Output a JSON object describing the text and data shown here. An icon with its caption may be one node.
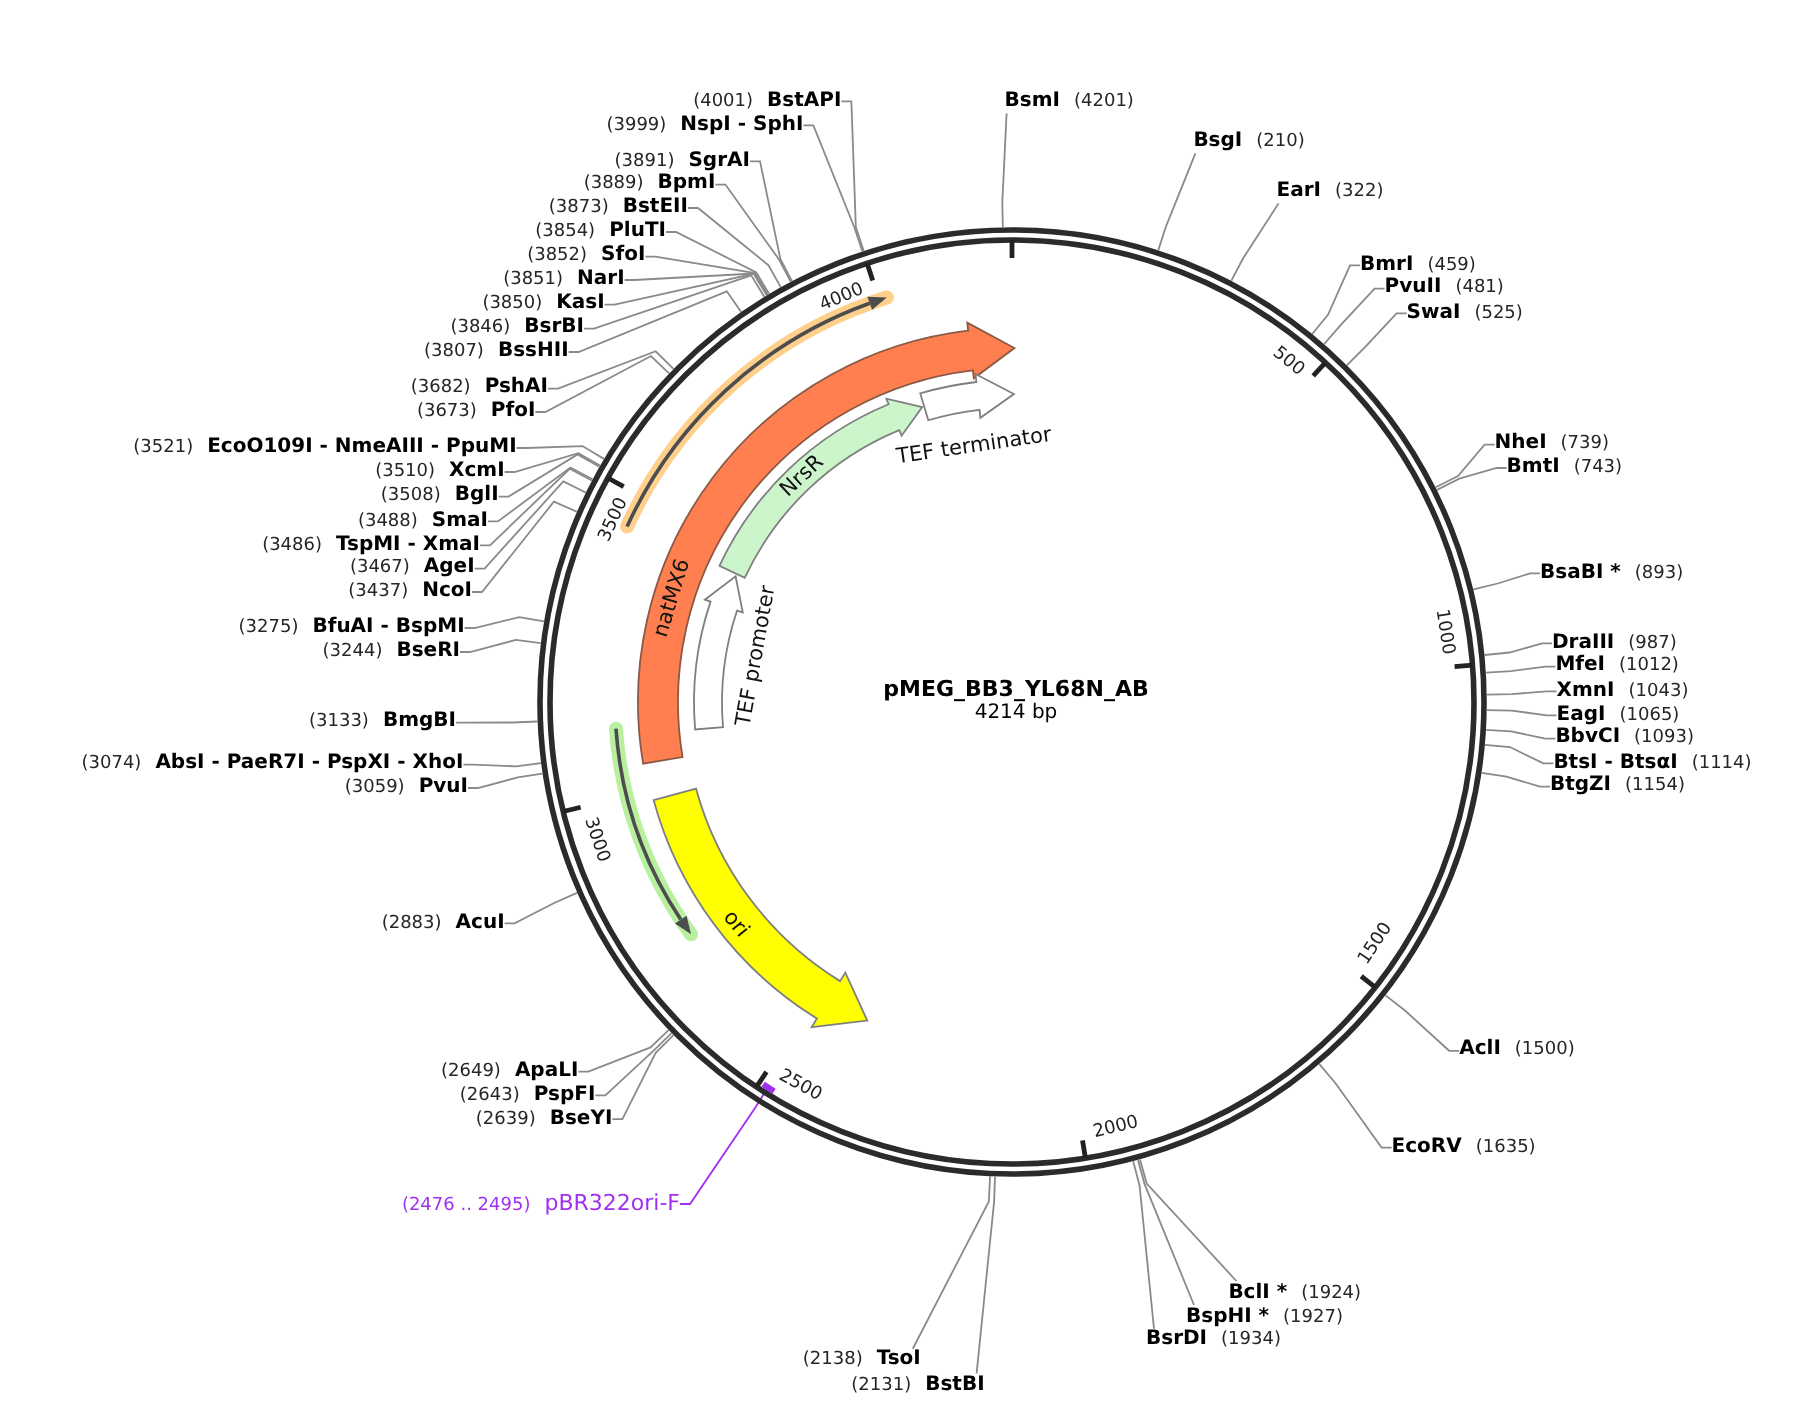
{
  "diagram": {
    "nodes": [
      {
        "text": [
          "pMEG_BB3_YL68N_AB",
          "4214 bp"
        ]
      },
      {
        "text": [],
        "shape": "arrow",
        "in": 0
      },
      {
        "text": [
          "natMX6"
        ],
        "in": 0
      },
      {
        "text": [
          "NrsR"
        ],
        "in": 0
      },
      {
        "text": [
          "TEF terminator"
        ],
        "in": 0
      },
      {
        "text": [
          "TEF promoter"
        ],
        "in": 0
      },
      {
        "text": [],
        "shape": "arrow",
        "in": 0
      },
      {
        "text": [
          "ori"
        ],
        "in": 0
      },
      {
        "text": [],
        "shape": "bar",
        "in": 0
      },
      {
        "text": [
          "BsmI",
          "(4201)"
        ]
      },
      {
        "text": [
          "BsgI",
          "(210)"
        ]
      },
      {
        "text": [
          "EarI",
          "(322)"
        ]
      },
      {
        "text": [
          "BmrI",
          "(459)"
        ]
      },
      {
        "text": [
          "PvuII",
          "(481)"
        ]
      },
      {
        "text": [
          "SwaI",
          "(525)"
        ]
      },
      {
        "text": [
          "NheI",
          "(739)"
        ]
      },
      {
        "text": [
          "BmtI",
          "(743)"
        ]
      },
      {
        "text": [
          "BsaBI *",
          "(893)"
        ]
      },
      {
        "text": [
          "DraIII",
          "(987)"
        ]
      },
      {
        "text": [
          "MfeI",
          "(1012)"
        ]
      },
      {
        "text": [
          "XmnI",
          "(1043)"
        ]
      },
      {
        "text": [
          "EagI",
          "(1065)"
        ]
      },
      {
        "text": [
          "BbvCI",
          "(1093)"
        ]
      },
      {
        "text": [
          "BtsI - BtsαI",
          "(1114)"
        ]
      },
      {
        "text": [
          "BtgZI",
          "(1154)"
        ]
      },
      {
        "text": [
          "AclI",
          "(1500)"
        ]
      },
      {
        "text": [
          "EcoRV",
          "(1635)"
        ]
      },
      {
        "text": [
          "BclI *",
          "(1924)"
        ]
      },
      {
        "text": [
          "BspHI *",
          "(1927)"
        ]
      },
      {
        "text": [
          "BsrDI",
          "(1934)"
        ]
      },
      {
        "text": [
          "(2131)",
          "BstBI"
        ]
      },
      {
        "text": [
          "(2138)",
          "TsoI"
        ]
      },
      {
        "text": [
          "(2476 .. 2495)",
          "pBR322ori-F"
        ]
      },
      {
        "text": [
          "(2639)",
          "BseYI"
        ]
      },
      {
        "text": [
          "(2643)",
          "PspFI"
        ]
      },
      {
        "text": [
          "(2649)",
          "ApaLI"
        ]
      },
      {
        "text": [
          "(2883)",
          "AcuI"
        ]
      },
      {
        "text": [
          "(3059)",
          "PvuI"
        ]
      },
      {
        "text": [
          "(3074)",
          "AbsI - PaeR7I - PspXI - XhoI"
        ]
      },
      {
        "text": [
          "(3133)",
          "BmgBI"
        ]
      },
      {
        "text": [
          "(3244)",
          "BseRI"
        ]
      },
      {
        "text": [
          "(3275)",
          "BfuAI - BspMI"
        ]
      },
      {
        "text": [
          "(3437)",
          "NcoI"
        ]
      },
      {
        "text": [
          "(3467)",
          "AgeI"
        ]
      },
      {
        "text": [
          "(3486)",
          "TspMI - XmaI"
        ]
      },
      {
        "text": [
          "(3488)",
          "SmaI"
        ]
      },
      {
        "text": [
          "(3508)",
          "BglI"
        ]
      },
      {
        "text": [
          "(3510)",
          "XcmI"
        ]
      },
      {
        "text": [
          "(3521)",
          "EcoO109I - NmeAIII - PpuMI"
        ]
      },
      {
        "text": [
          "(3673)",
          "PfoI"
        ]
      },
      {
        "text": [
          "(3682)",
          "PshAI"
        ]
      },
      {
        "text": [
          "(3807)",
          "BssHII"
        ]
      },
      {
        "text": [
          "(3846)",
          "BsrBI"
        ]
      },
      {
        "text": [
          "(3850)",
          "KasI"
        ]
      },
      {
        "text": [
          "(3851)",
          "NarI"
        ]
      },
      {
        "text": [
          "(3852)",
          "SfoI"
        ]
      },
      {
        "text": [
          "(3854)",
          "PluTI"
        ]
      },
      {
        "text": [
          "(3873)",
          "BstEII"
        ]
      },
      {
        "text": [
          "(3889)",
          "BpmI"
        ]
      },
      {
        "text": [
          "(3891)",
          "SgrAI"
        ]
      },
      {
        "text": [
          "(3999)",
          "NspI - SphI"
        ]
      },
      {
        "text": [
          "(4001)",
          "BstAPI"
        ]
      }
    ],
    "edges": [
      {
        "from": 9,
        "to": 0,
        "arrow": "none"
      },
      {
        "from": 10,
        "to": 0,
        "arrow": "none"
      },
      {
        "from": 11,
        "to": 0,
        "arrow": "none"
      },
      {
        "from": 12,
        "to": 0,
        "arrow": "none"
      },
      {
        "from": 13,
        "to": 0,
        "arrow": "none"
      },
      {
        "from": 14,
        "to": 0,
        "arrow": "none"
      },
      {
        "from": 15,
        "to": 0,
        "arrow": "none"
      },
      {
        "from": 16,
        "to": 0,
        "arrow": "none"
      },
      {
        "from": 17,
        "to": 0,
        "arrow": "none"
      },
      {
        "from": 18,
        "to": 0,
        "arrow": "none"
      },
      {
        "from": 19,
        "to": 0,
        "arrow": "none"
      },
      {
        "from": 20,
        "to": 0,
        "arrow": "none"
      },
      {
        "from": 21,
        "to": 0,
        "arrow": "none"
      },
      {
        "from": 22,
        "to": 0,
        "arrow": "none"
      },
      {
        "from": 23,
        "to": 0,
        "arrow": "none"
      },
      {
        "from": 24,
        "to": 0,
        "arrow": "none"
      },
      {
        "from": 25,
        "to": 0,
        "arrow": "none"
      },
      {
        "from": 26,
        "to": 0,
        "arrow": "none"
      },
      {
        "from": 27,
        "to": 0,
        "arrow": "none"
      },
      {
        "from": 28,
        "to": 0,
        "arrow": "none"
      },
      {
        "from": 29,
        "to": 0,
        "arrow": "none"
      },
      {
        "from": 30,
        "to": 0,
        "arrow": "none"
      },
      {
        "from": 31,
        "to": 0,
        "arrow": "none"
      },
      {
        "from": 32,
        "to": 8,
        "arrow": "none",
        "color": "#a030f0"
      },
      {
        "from": 33,
        "to": 0,
        "arrow": "none"
      },
      {
        "from": 34,
        "to": 0,
        "arrow": "none"
      },
      {
        "from": 35,
        "to": 0,
        "arrow": "none"
      },
      {
        "from": 36,
        "to": 0,
        "arrow": "none"
      },
      {
        "from": 37,
        "to": 0,
        "arrow": "none"
      },
      {
        "from": 38,
        "to": 0,
        "arrow": "none"
      },
      {
        "from": 39,
        "to": 0,
        "arrow": "none"
      },
      {
        "from": 40,
        "to": 0,
        "arrow": "none"
      },
      {
        "from": 41,
        "to": 0,
        "arrow": "none"
      },
      {
        "from": 42,
        "to": 0,
        "arrow": "none"
      },
      {
        "from": 43,
        "to": 0,
        "arrow": "none"
      },
      {
        "from": 44,
        "to": 0,
        "arrow": "none"
      },
      {
        "from": 45,
        "to": 0,
        "arrow": "none"
      },
      {
        "from": 46,
        "to": 0,
        "arrow": "none"
      },
      {
        "from": 47,
        "to": 0,
        "arrow": "none"
      },
      {
        "from": 48,
        "to": 0,
        "arrow": "none"
      },
      {
        "from": 49,
        "to": 0,
        "arrow": "none"
      },
      {
        "from": 50,
        "to": 0,
        "arrow": "none"
      },
      {
        "from": 51,
        "to": 0,
        "arrow": "none"
      },
      {
        "from": 52,
        "to": 0,
        "arrow": "none"
      },
      {
        "from": 53,
        "to": 0,
        "arrow": "none"
      },
      {
        "from": 54,
        "to": 0,
        "arrow": "none"
      },
      {
        "from": 55,
        "to": 0,
        "arrow": "none"
      },
      {
        "from": 56,
        "to": 0,
        "arrow": "none"
      },
      {
        "from": 57,
        "to": 0,
        "arrow": "none"
      },
      {
        "from": 58,
        "to": 0,
        "arrow": "none"
      },
      {
        "from": 59,
        "to": 0,
        "arrow": "none"
      },
      {
        "from": 60,
        "to": 0,
        "arrow": "none"
      },
      {
        "from": 61,
        "to": 0,
        "arrow": "none"
      }
    ],
    "labels": [
      "500",
      "1000",
      "1500",
      "2000",
      "2500",
      "3000",
      "3500",
      "4000"
    ]
  }
}
